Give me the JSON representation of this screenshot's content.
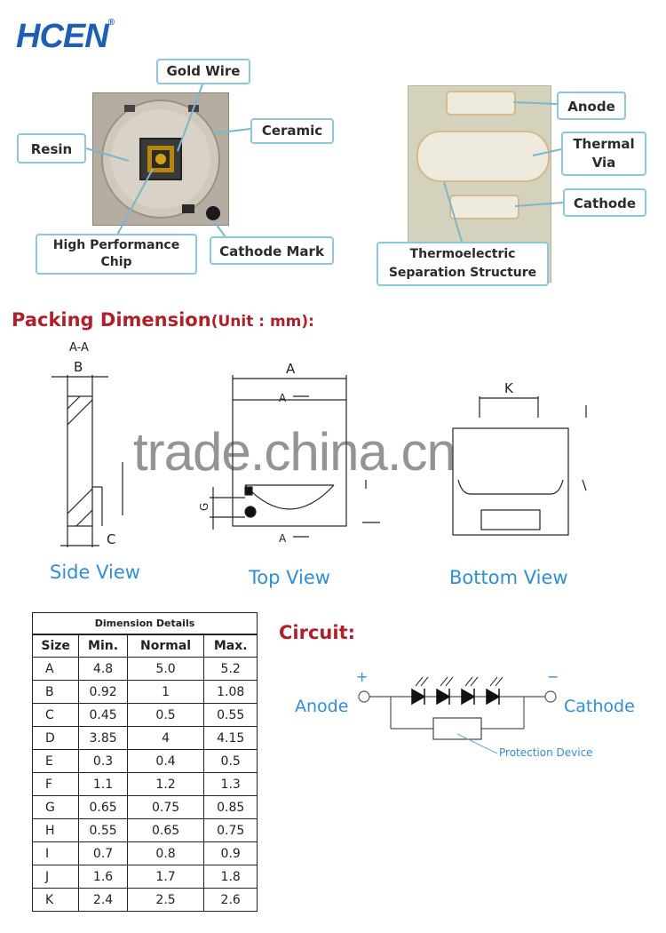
{
  "logo": {
    "text": "HCEN",
    "mark": "®"
  },
  "callouts": {
    "gold_wire": "Gold Wire",
    "resin": "Resin",
    "ceramic": "Ceramic",
    "high_perf_chip_1": "High Performance",
    "high_perf_chip_2": "Chip",
    "cathode_mark": "Cathode Mark",
    "anode": "Anode",
    "thermal_via_1": "Thermal",
    "thermal_via_2": "Via",
    "cathode": "Cathode",
    "thermo_1": "Thermoelectric",
    "thermo_2": "Separation Structure"
  },
  "packing": {
    "title": "Packing Dimension",
    "unit": "(Unit : mm):"
  },
  "drawing": {
    "section": "A-A",
    "label_a": "A",
    "label_b": "B",
    "label_c": "C",
    "label_g": "G",
    "label_k": "K",
    "ar_top": "A",
    "ar_bottom": "A"
  },
  "views": {
    "side": "Side View",
    "top": "Top View",
    "bottom": "Bottom View"
  },
  "watermark": "trade.china.cn",
  "table": {
    "caption": "Dimension Details",
    "headers": [
      "Size",
      "Min.",
      "Normal",
      "Max."
    ],
    "rows": [
      [
        "A",
        "4.8",
        "5.0",
        "5.2"
      ],
      [
        "B",
        "0.92",
        "1",
        "1.08"
      ],
      [
        "C",
        "0.45",
        "0.5",
        "0.55"
      ],
      [
        "D",
        "3.85",
        "4",
        "4.15"
      ],
      [
        "E",
        "0.3",
        "0.4",
        "0.5"
      ],
      [
        "F",
        "1.1",
        "1.2",
        "1.3"
      ],
      [
        "G",
        "0.65",
        "0.75",
        "0.85"
      ],
      [
        "H",
        "0.55",
        "0.65",
        "0.75"
      ],
      [
        "I",
        "0.7",
        "0.8",
        "0.9"
      ],
      [
        "J",
        "1.6",
        "1.7",
        "1.8"
      ],
      [
        "K",
        "2.4",
        "2.5",
        "2.6"
      ]
    ]
  },
  "circuit": {
    "title": "Circuit:",
    "anode": "Anode",
    "cathode": "Cathode",
    "plus": "+",
    "minus": "−",
    "protection": "Protection Device"
  },
  "colors": {
    "brand": "#1e5fb3",
    "title_red": "#b0202a",
    "label_blue": "#2f8fd0",
    "callout_border": "#8fc6dc"
  }
}
